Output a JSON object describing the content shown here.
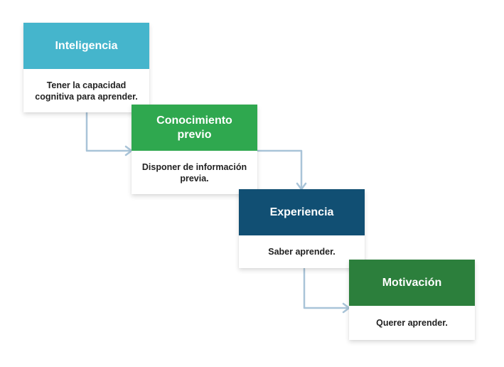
{
  "steps": [
    {
      "title": "Inteligencia",
      "description": "Tener la capacidad cognitiva para aprender.",
      "color": "#45b5cc"
    },
    {
      "title": "Conocimiento previo",
      "description": "Disponer de información previa.",
      "color": "#2fa84f"
    },
    {
      "title": "Experiencia",
      "description": "Saber aprender.",
      "color": "#114f73"
    },
    {
      "title": "Motivación",
      "description": "Querer aprender.",
      "color": "#2c7f3c"
    }
  ],
  "connector_color": "#a9c4d8"
}
